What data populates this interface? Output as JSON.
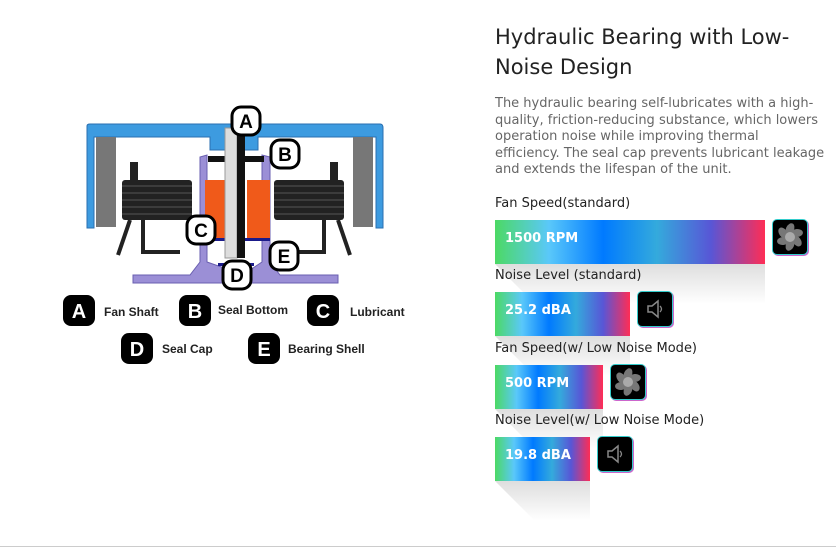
{
  "diagram": {
    "callouts": [
      "A",
      "B",
      "C",
      "D",
      "E"
    ],
    "legend": [
      {
        "letter": "A",
        "label": "Fan Shaft"
      },
      {
        "letter": "B",
        "label": "Seal Bottom"
      },
      {
        "letter": "C",
        "label": "Lubricant"
      },
      {
        "letter": "D",
        "label": "Seal Cap"
      },
      {
        "letter": "E",
        "label": "Bearing Shell"
      }
    ]
  },
  "title": "Hydraulic Bearing with Low-Noise Design",
  "description": "The hydraulic bearing self-lubricates with a high-quality, friction-reducing substance, which lowers operation noise while improving thermal efficiency. The seal cap prevents lubricant leakage and extends the lifespan of the unit.",
  "metrics": [
    {
      "label": "Fan Speed(standard)",
      "value": "1500 RPM",
      "icon": "fan-icon",
      "fill": 1.0
    },
    {
      "label": "Noise Level (standard)",
      "value": "25.2 dBA",
      "icon": "speaker-icon",
      "fill": 0.5
    },
    {
      "label": "Fan Speed(w/ Low Noise Mode)",
      "value": "500 RPM",
      "icon": "fan-icon",
      "fill": 0.4
    },
    {
      "label": "Noise Level(w/ Low Noise Mode)",
      "value": "19.8 dBA",
      "icon": "speaker-icon",
      "fill": 0.35
    }
  ]
}
